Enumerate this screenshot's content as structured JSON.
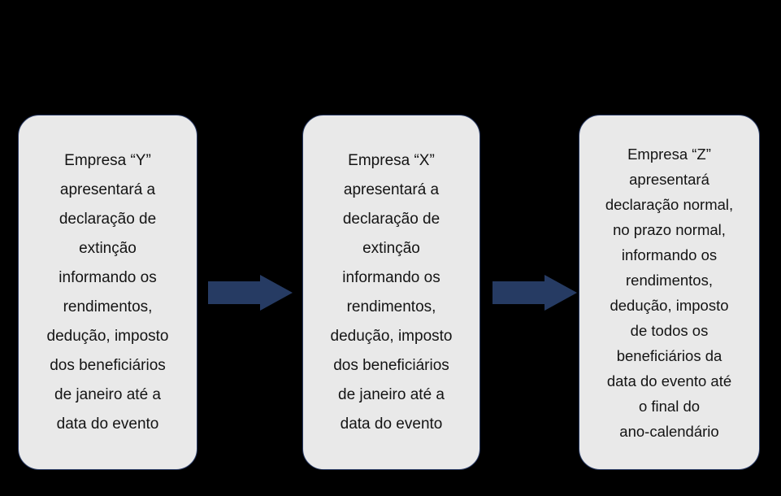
{
  "diagram": {
    "background_color": "#000000",
    "box_fill_color": "#e9e9e9",
    "box_border_color": "#2b3c66",
    "arrow_color": "#263b63",
    "text_color": "#141414",
    "boxes": [
      {
        "id": "empresa-y",
        "text": "Empresa “Y”\napresentará a\ndeclaração de\nextinção\ninformando os\nrendimentos,\ndedução, imposto\ndos beneficiários\nde janeiro até a\ndata do evento"
      },
      {
        "id": "empresa-x",
        "text": "Empresa “X”\napresentará a\ndeclaração de\nextinção\ninformando os\nrendimentos,\ndedução, imposto\ndos beneficiários\nde janeiro até a\ndata do evento"
      },
      {
        "id": "empresa-z",
        "text": "Empresa “Z”\napresentará\ndeclaração normal,\nno prazo normal,\ninformando os\nrendimentos,\ndedução, imposto\nde todos os\nbeneficiários da\ndata do evento até\no final do\nano-calendário"
      }
    ],
    "arrows": [
      {
        "id": "arrow-y-to-x",
        "direction": "right"
      },
      {
        "id": "arrow-x-to-z",
        "direction": "right"
      }
    ]
  }
}
